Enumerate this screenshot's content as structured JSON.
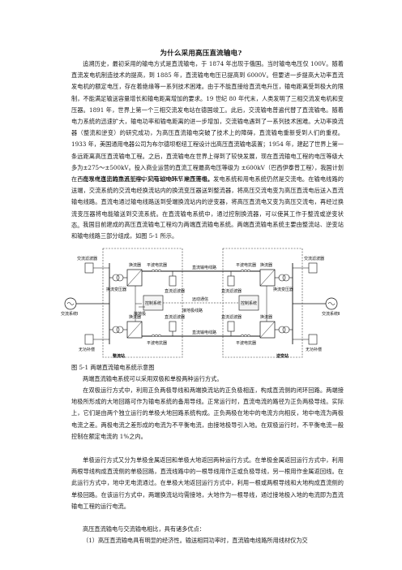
{
  "document": {
    "title": "为什么采用高压直流输电?",
    "paragraphs": [
      "追溯历史，最初采用的输电方式是直流输电，于 1874 年出现于俄国。当时输电电压仅 100V。随着直流发电机制造技术的提高，到 1885 年，直流输电电压已提高到 6000V。但要进一步提高大功率直流发电机的额定电压，存在着绝缘等一系列技术困难。由于不能直接给直流电升压，输电距离受到极大的限制，不能满足输送容量增长和输电距离增加的要求。19 世纪 80 年代末，人类发明了三相交流发电机和变压器。1891 年，世界上第一个三相交流发电站在德国竣工。此后，交流输电普遍代替了直流输电。随着电力系统的迅速扩大，输电功率和输电距离的进一步增加，交流输电遇到了一系列技术困难。大功率换流器（整流和逆变）的研究成功，为高压直流输电突破了技术上的障碍，直流输电重新受到人们的重视。1933 年，美国通用电器公司为布尔德坝枢纽工程设计出高压直流输电装置；1954 年，建起了世界上第一条远距离高压直流输电工程。之后，直流输电在世界上得到了较快发展，现在直流输电工程的电压等级大多为±275～±500kV。投入商业运营的直流工程最高电压等级为 ±600kV（巴西伊泰普工程），我国计划在西南水电送出的直流工程中采用±800kV 电压等级。",
      "在现代直流输电系统中，只有输电环节是直流电，发电系统和用电系统仍然是交流电。在输电线路的送端，交流系统的交流电经换流站内的换流变压器送到整流器，将高压交流电变为高压直流电后送入直流输电线路。直流电通过输电线路送到受端换流站内的逆变器，将高压直流电又变为高压交流电，再经过换流变压器将电能输送到交流系统。在直流输电系统中，通过控制换流器，可以使其工作于整流或逆变状态。",
      "我国目前建成的高压直流输电工程均为两端直流输电系统。两端直流输电系统主要由整流站、逆变站和输电线路三部分组成，如图 5-1 所示。"
    ],
    "figure_caption": "图 5-1 两端直流输电系统示意图",
    "paragraphs_after": [
      "两端直流输电系统可以采用双极和单极两种运行方式。",
      "在双极运行方式中，利用正负两极导线和两端换流站的正负极相连，构成直流侧的闭环回路。两端接地极所形成的大地回路可作为输电系统的备用导线。正常运行时，直流电流的路径为正负两极导线。实际上，它们是由两个独立运行的单极大地回路系统构成。正负两极在地中的电流方向相反，地中电流为两极电流之差。两极电流之差形成的电流为不平衡电流，由接地极导引入地。在双极运行时，不平衡电流一般控制在额定电流的 1%之内。",
      "单极运行方式又分为单极金属返回和单极大地返回两种运行方式。在单极金属返回运行方式中，利用两根导线构成直流侧的单极回路，直流线路中的一根导线用作正或负极导线，另一根用作金属返回线。在此运行方式中，地中无电流通过。在单极大地返回运行方式中，利用一根或两根导线和大地构成直流侧的单极回路。在该运行方式中，两端换流站均需接地，大地作为一根导线，通过接地极入地的电流即为直流输电工程的运行电流。",
      "高压直流输电与交流输电相比，具有诸多优点：",
      "（1）高压直流输电具有明显的经济性。输送相同功率时，直流输电线路所用线材仅为交"
    ]
  },
  "diagram": {
    "left_system": "交流系统Ⅰ",
    "right_system": "交流系统Ⅱ",
    "filter_left": "交流滤波器",
    "filter_right": "交流滤波器",
    "reactive_left": "无功补偿",
    "reactive_right": "无功补偿",
    "converter_tf_left": "换流变压器",
    "converter_tf_right": "换流变压器",
    "smoothing_top": "平波电抗器",
    "smoothing_top_right": "平波电抗器",
    "smoothing_bottom": "平波电抗器",
    "smoothing_bottom_right": "平波电抗器",
    "dc_filter_top": "直流滤波器",
    "dc_filter_bottom": "直流滤波器",
    "dc_filter_right_top": "直流滤波器",
    "dc_filter_right_bottom": "直流滤波器",
    "converter_rect_top": "换流器",
    "converter_rect_bottom": "换流器",
    "converter_inv_top": "换流器",
    "converter_inv_bottom": "换流器",
    "control_left": "控制系统",
    "control_right": "控制系统",
    "dc_line": "直流输电线路",
    "electrode": "接地极",
    "electrode_line": "接地极线路",
    "station_left": "整流站",
    "station_right": "逆变站",
    "dc_line_top": "直流输电线路",
    "dc_line_bottom": "直流输电线路",
    "control_mid": "远动通信"
  }
}
